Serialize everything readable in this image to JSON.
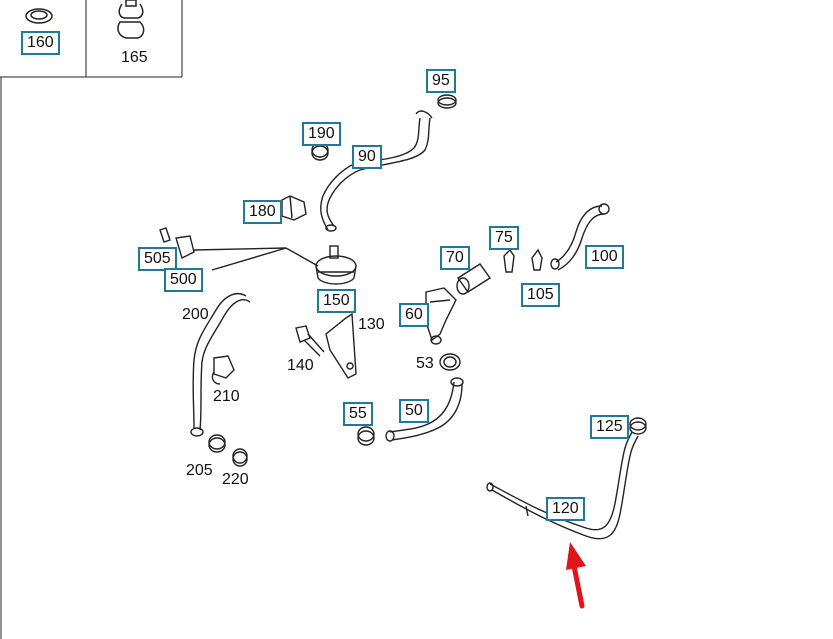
{
  "colors": {
    "callout_border": "#1d7a9a",
    "line": "#222222",
    "arrow": "#e0141a",
    "background": "#ffffff"
  },
  "legend": {
    "item_160": "160",
    "item_165": "165"
  },
  "callouts": {
    "p95": "95",
    "p190": "190",
    "p90": "90",
    "p180": "180",
    "p505": "505",
    "p500": "500",
    "p150": "150",
    "p75": "75",
    "p70": "70",
    "p100": "100",
    "p105": "105",
    "p60": "60",
    "p55": "55",
    "p50": "50",
    "p125": "125",
    "p120": "120"
  },
  "labels": {
    "p200": "200",
    "p130": "130",
    "p140": "140",
    "p210": "210",
    "p53": "53",
    "p205": "205",
    "p220": "220"
  },
  "icons": {
    "highlight_arrow": "red-arrow-icon"
  }
}
